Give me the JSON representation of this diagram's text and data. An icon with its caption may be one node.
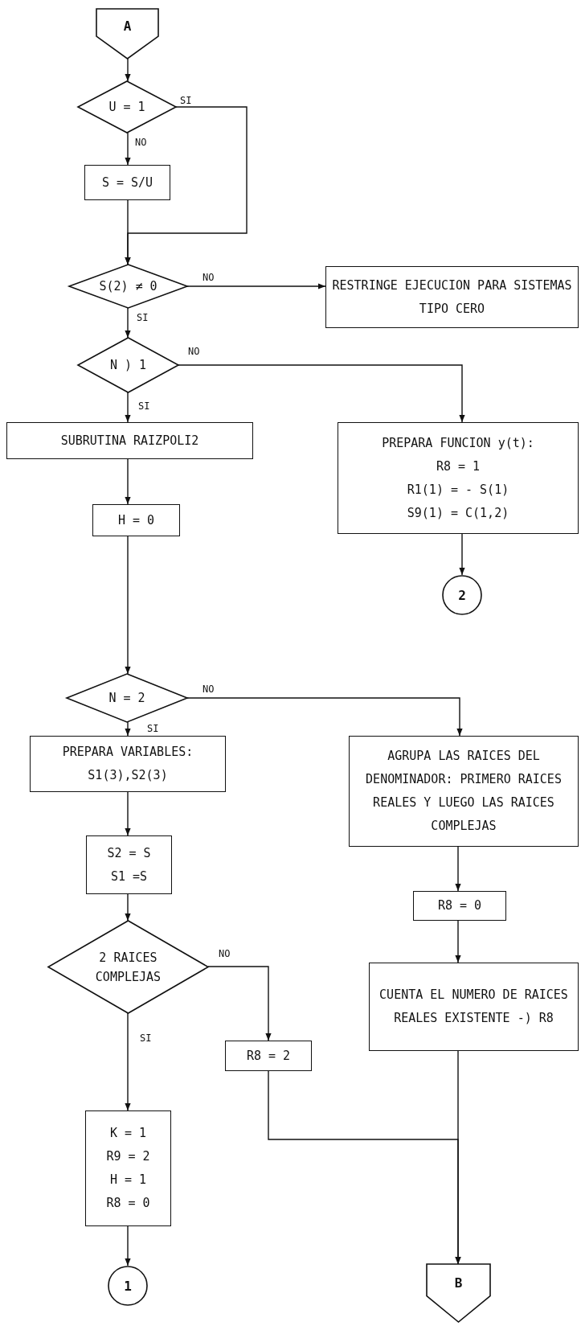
{
  "diagram": {
    "nodes": [
      {
        "text": [
          "A"
        ]
      },
      {
        "text": [
          "U = 1"
        ]
      },
      {
        "text": [
          "S = S/U"
        ]
      },
      {
        "text": [
          "S(2) ≠ 0"
        ]
      },
      {
        "text": [
          "RESTRINGE EJECUCION PARA SISTEMAS TIPO CERO"
        ]
      },
      {
        "text": [
          "N ) 1"
        ]
      },
      {
        "text": [
          "SUBRUTINA RAIZPOLI2"
        ]
      },
      {
        "text": [
          "H = 0"
        ]
      },
      {
        "text": [
          "PREPARA FUNCION y(t):",
          "R8 = 1",
          "R1(1) = - S(1)",
          "S9(1) = C(1,2)"
        ]
      },
      {
        "text": [
          "2"
        ]
      },
      {
        "text": [
          "N = 2"
        ]
      },
      {
        "text": [
          "PREPARA VARIABLES:",
          "S1(3),S2(3)"
        ]
      },
      {
        "text": [
          "AGRUPA LAS RAICES DEL DENOMINADOR: PRIMERO RAICES REALES Y LUEGO LAS RAICES COMPLEJAS"
        ]
      },
      {
        "text": [
          "S2 = S",
          "S1 =S"
        ]
      },
      {
        "text": [
          "R8 = 0"
        ]
      },
      {
        "text": [
          "2 RAICES COMPLEJAS"
        ]
      },
      {
        "text": [
          "CUENTA EL NUMERO DE RAICES REALES EXISTENTE -) R8"
        ]
      },
      {
        "text": [
          "R8 = 2"
        ]
      },
      {
        "text": [
          "K = 1",
          "R9 = 2",
          "H = 1",
          "R8 = 0"
        ]
      },
      {
        "text": [
          "1"
        ]
      },
      {
        "text": [
          "B"
        ]
      }
    ],
    "edges": [
      {
        "from": 0,
        "to": 1,
        "arrow": "to"
      },
      {
        "from": 1,
        "to": 2,
        "arrow": "to",
        "label": "NO"
      },
      {
        "from": 1,
        "to": 3,
        "arrow": "to",
        "label": "SI"
      },
      {
        "from": 2,
        "to": 3,
        "arrow": "to"
      },
      {
        "from": 3,
        "to": 4,
        "arrow": "to",
        "label": "NO"
      },
      {
        "from": 3,
        "to": 5,
        "arrow": "to",
        "label": "SI"
      },
      {
        "from": 5,
        "to": 6,
        "arrow": "to",
        "label": "SI"
      },
      {
        "from": 5,
        "to": 8,
        "arrow": "to",
        "label": "NO"
      },
      {
        "from": 6,
        "to": 7,
        "arrow": "to"
      },
      {
        "from": 7,
        "to": 10,
        "arrow": "to"
      },
      {
        "from": 8,
        "to": 9,
        "arrow": "to"
      },
      {
        "from": 10,
        "to": 11,
        "arrow": "to",
        "label": "SI"
      },
      {
        "from": 10,
        "to": 12,
        "arrow": "to",
        "label": "NO"
      },
      {
        "from": 11,
        "to": 13,
        "arrow": "to"
      },
      {
        "from": 12,
        "to": 14,
        "arrow": "to"
      },
      {
        "from": 13,
        "to": 15,
        "arrow": "to"
      },
      {
        "from": 14,
        "to": 16,
        "arrow": "to"
      },
      {
        "from": 15,
        "to": 18,
        "arrow": "to",
        "label": "SI"
      },
      {
        "from": 15,
        "to": 17,
        "arrow": "to",
        "label": "NO"
      },
      {
        "from": 16,
        "to": 20,
        "arrow": "to"
      },
      {
        "from": 17,
        "to": 20,
        "arrow": "to"
      },
      {
        "from": 18,
        "to": 19,
        "arrow": "to"
      }
    ]
  }
}
